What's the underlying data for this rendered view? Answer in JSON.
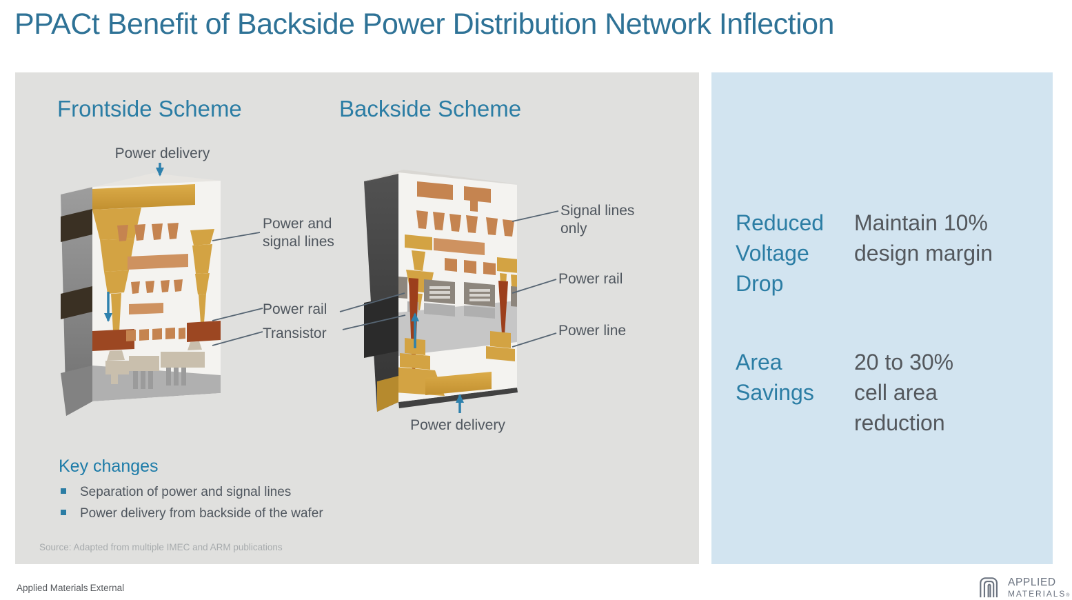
{
  "title": "PPACt Benefit of Backside Power Distribution Network Inflection",
  "diagram_panel": {
    "frontside_heading": "Frontside Scheme",
    "backside_heading": "Backside Scheme",
    "frontside": {
      "power_delivery": "Power delivery",
      "power_and_signal_lines": "Power and signal lines",
      "power_rail": "Power rail",
      "transistor": "Transistor"
    },
    "backside": {
      "signal_lines_only": "Signal lines only",
      "power_rail": "Power rail",
      "power_line": "Power line",
      "power_delivery": "Power delivery"
    },
    "key_changes": {
      "heading": "Key changes",
      "bullets": [
        "Separation of power and signal lines",
        "Power delivery from backside of the wafer"
      ]
    },
    "source": "Source: Adapted from multiple IMEC and ARM publications"
  },
  "benefits_panel": {
    "rows": [
      {
        "label": "Reduced Voltage Drop",
        "value": "Maintain 10% design margin"
      },
      {
        "label": "Area Savings",
        "value": "20 to 30% cell area reduction"
      }
    ]
  },
  "footer": {
    "classification_left": "Applied Materials",
    "classification_right": "External",
    "logo_line1": "APPLIED",
    "logo_line2": "MATERIALS",
    "logo_reg": "®"
  },
  "colors": {
    "title_blue": "#2E7296",
    "heading_blue": "#2B7DA4",
    "key_changes_blue": "#1C7BA8",
    "panel_gray": "#E0E0DE",
    "panel_blue": "#D2E4F0",
    "label_gray": "#4F565E",
    "leader_line": "#566573",
    "arrow_blue": "#2E81AD",
    "metal_gold": "#D3A343",
    "metal_copper": "#C58450",
    "power_rail_brown": "#9C4722",
    "transistor_beige": "#C9BFAD",
    "source_gray": "#A7ABAD",
    "logo_gray": "#6B7380"
  }
}
